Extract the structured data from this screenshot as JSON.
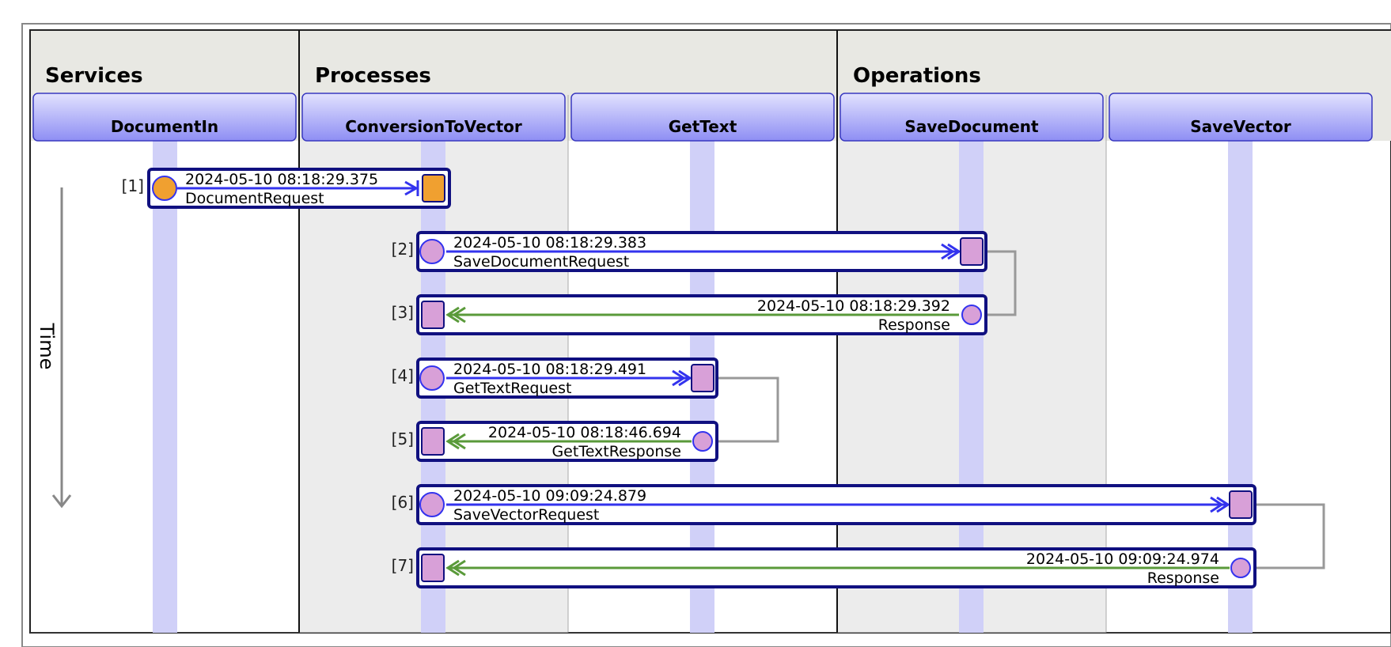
{
  "groups": [
    {
      "title": "Services"
    },
    {
      "title": "Processes"
    },
    {
      "title": "Operations"
    }
  ],
  "lanes": [
    {
      "name": "DocumentIn"
    },
    {
      "name": "ConversionToVector"
    },
    {
      "name": "GetText"
    },
    {
      "name": "SaveDocument"
    },
    {
      "name": "SaveVector"
    }
  ],
  "time_label": "Time",
  "messages": [
    {
      "index": "[1]",
      "timestamp": "2024-05-10 08:18:29.375",
      "name": "DocumentRequest",
      "direction": "request"
    },
    {
      "index": "[2]",
      "timestamp": "2024-05-10 08:18:29.383",
      "name": "SaveDocumentRequest",
      "direction": "request"
    },
    {
      "index": "[3]",
      "timestamp": "2024-05-10 08:18:29.392",
      "name": "Response",
      "direction": "response"
    },
    {
      "index": "[4]",
      "timestamp": "2024-05-10 08:18:29.491",
      "name": "GetTextRequest",
      "direction": "request"
    },
    {
      "index": "[5]",
      "timestamp": "2024-05-10 08:18:46.694",
      "name": "GetTextResponse",
      "direction": "response"
    },
    {
      "index": "[6]",
      "timestamp": "2024-05-10 09:09:24.879",
      "name": "SaveVectorRequest",
      "direction": "request"
    },
    {
      "index": "[7]",
      "timestamp": "2024-05-10 09:09:24.974",
      "name": "Response",
      "direction": "response"
    }
  ],
  "colors": {
    "request_arrow": "#3333ee",
    "response_arrow": "#5a9a3a",
    "message_border": "#101080",
    "service_endpoint": "#f0a030",
    "process_endpoint": "#d8a0d8",
    "lifeline": "#d0d0f8",
    "header_band": "#e8e8e3",
    "shaded_column": "#ececec"
  }
}
